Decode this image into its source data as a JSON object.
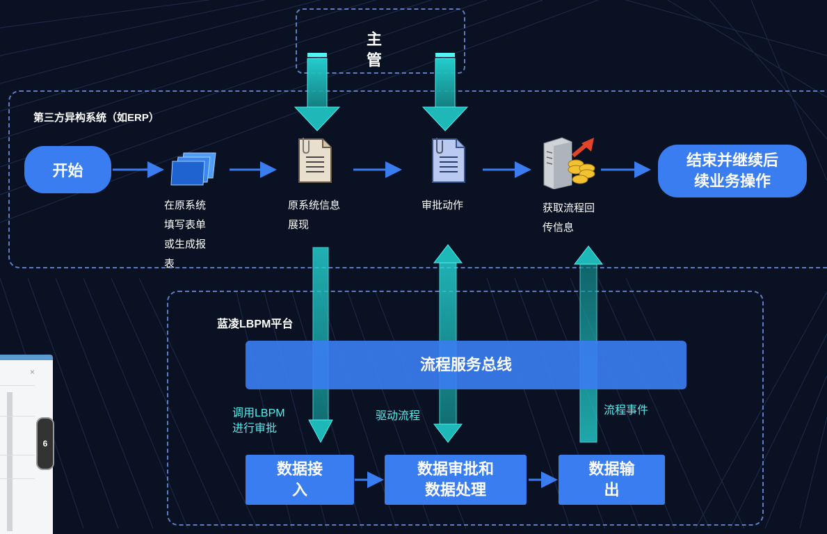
{
  "supervisor": {
    "line1": "主",
    "line2": "管"
  },
  "third_party": {
    "title": "第三方异构系统（如ERP）",
    "start": "开始",
    "end_line1": "结束并继续后",
    "end_line2": "续业务操作",
    "steps": [
      {
        "icon": "stacked-forms-icon",
        "lines": [
          "在原系统",
          "填写表单",
          "或生成报",
          "表"
        ]
      },
      {
        "icon": "document-icon",
        "lines": [
          "原系统信息",
          "展现"
        ]
      },
      {
        "icon": "approval-document-icon",
        "lines": [
          "审批动作"
        ]
      },
      {
        "icon": "server-coins-icon",
        "lines": [
          "获取流程回",
          "传信息"
        ]
      }
    ]
  },
  "platform": {
    "title": "蓝凌LBPM平台",
    "bus": "流程服务总线",
    "invoke_line1": "调用LBPM",
    "invoke_line2": "进行审批",
    "drive": "驱动流程",
    "event": "流程事件",
    "boxes": [
      {
        "line1": "数据接",
        "line2": "入"
      },
      {
        "line1": "数据审批和",
        "line2": "数据处理"
      },
      {
        "line1": "数据输",
        "line2": "出"
      }
    ]
  },
  "background_window": {
    "badge": "6",
    "close_glyph": "×"
  },
  "colors": {
    "accent": "#3a7df0",
    "cyan": "#26d6d6",
    "dash": "#5c7fc4",
    "background": "#0a1122"
  }
}
